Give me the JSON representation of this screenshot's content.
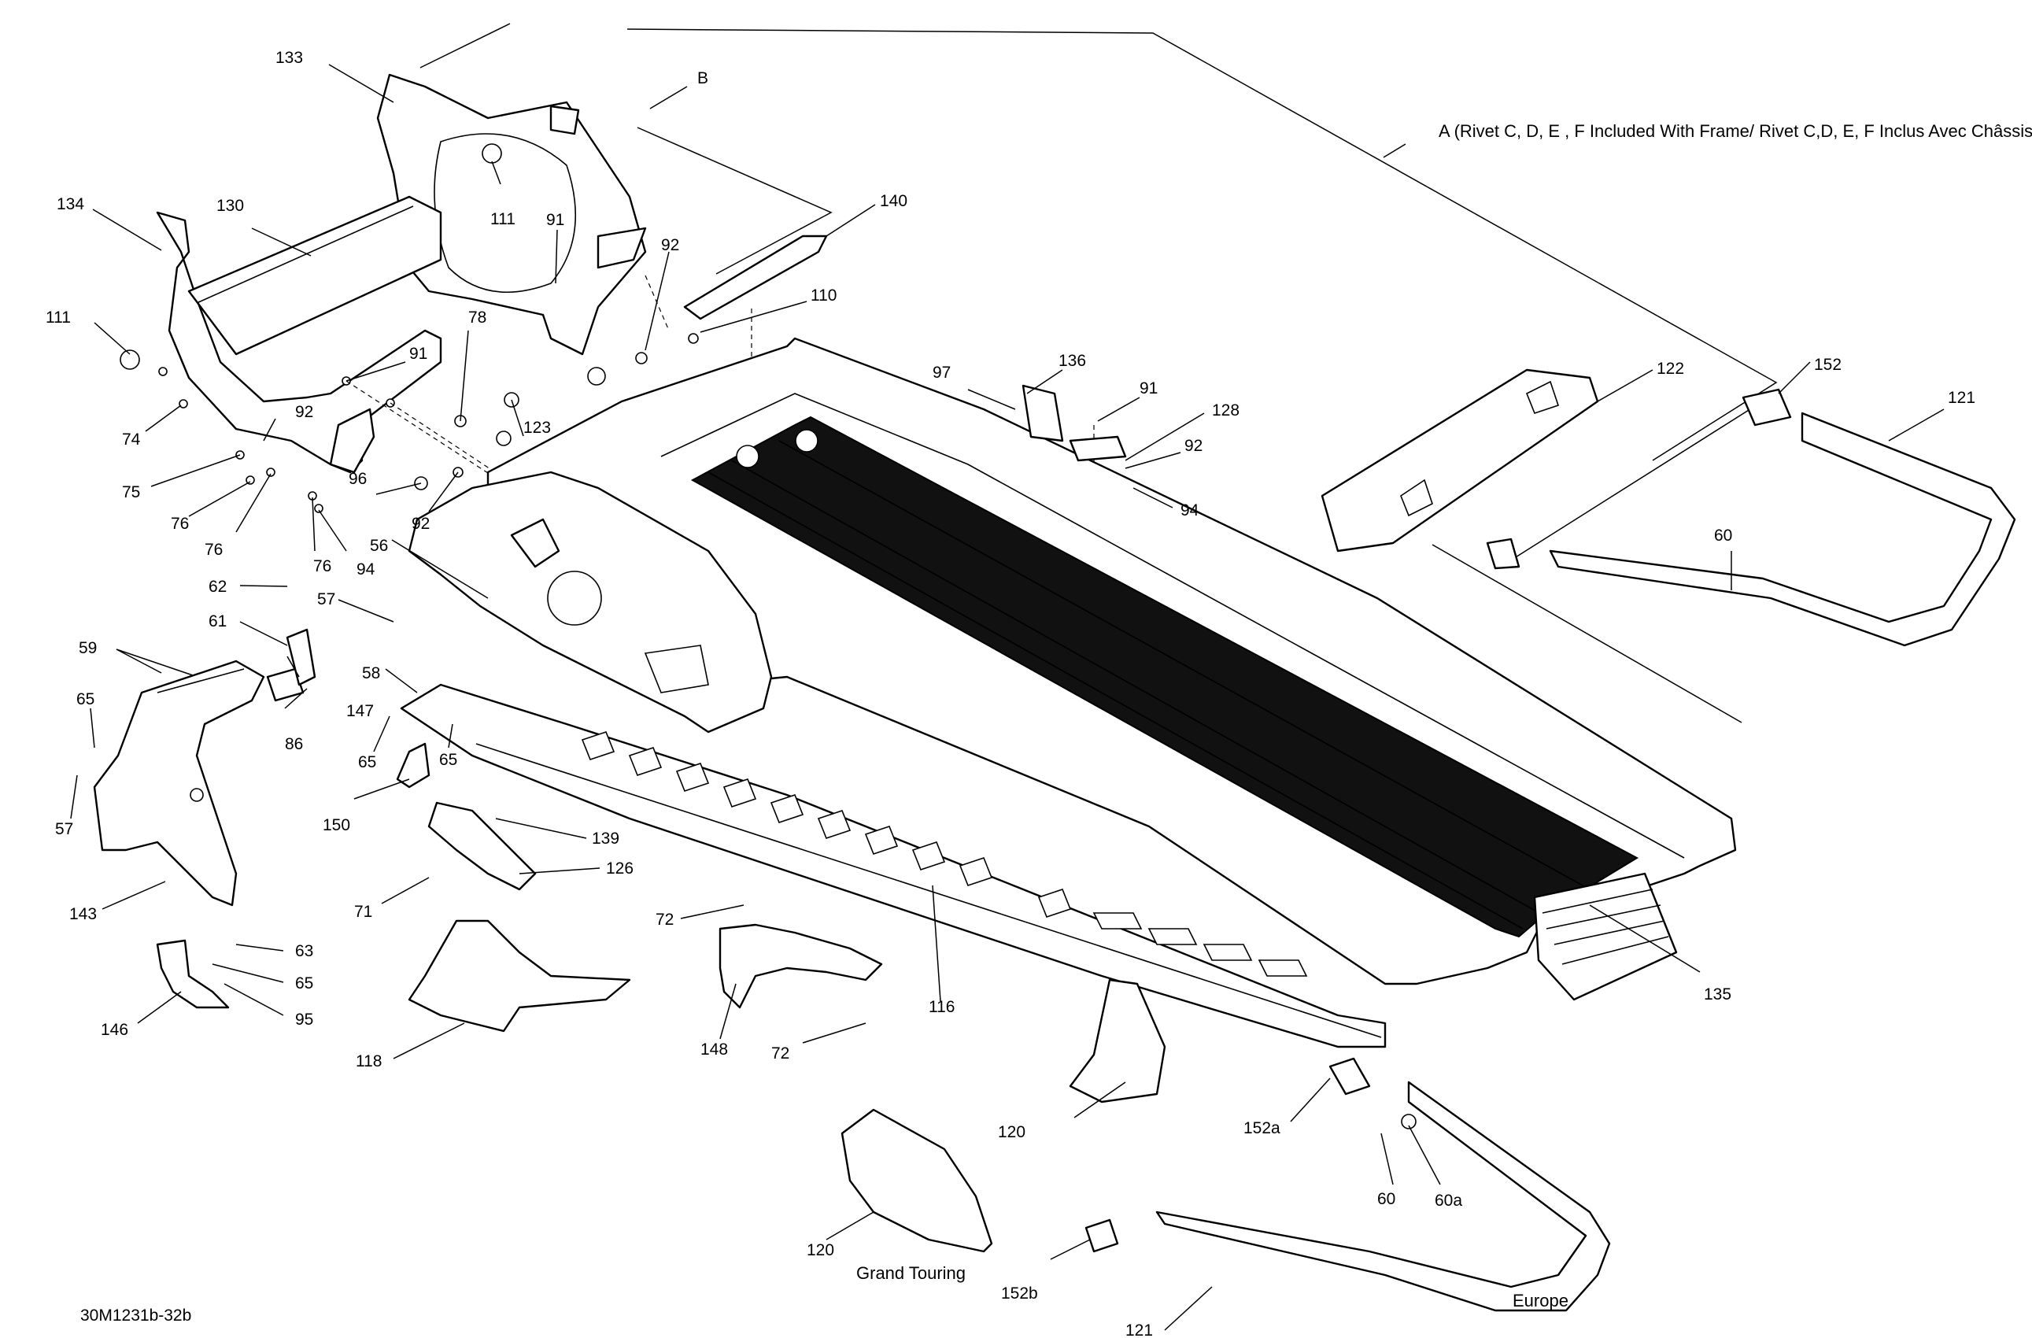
{
  "document_code": "30M1231b-32b",
  "group_labels": {
    "a": "A (Rivet C, D, E , F  Included With Frame/ Rivet C,D, E, F Inclus Avec Châssis)",
    "b": "B"
  },
  "variant_labels": {
    "grand_touring": "Grand Touring",
    "europe": "Europe"
  },
  "callouts": [
    "133",
    "134",
    "130",
    "111",
    "111",
    "91",
    "92",
    "140",
    "110",
    "74",
    "75",
    "76",
    "76",
    "76",
    "92",
    "91",
    "78",
    "123",
    "96",
    "92",
    "94",
    "56",
    "62",
    "57",
    "61",
    "59",
    "58",
    "147",
    "86",
    "65",
    "65",
    "65",
    "57",
    "150",
    "139",
    "126",
    "71",
    "143",
    "63",
    "65",
    "95",
    "146",
    "118",
    "72",
    "72",
    "148",
    "116",
    "97",
    "136",
    "91",
    "128",
    "92",
    "94",
    "122",
    "152",
    "121",
    "60",
    "135",
    "120",
    "120",
    "152a",
    "60",
    "60a",
    "152b",
    "121"
  ]
}
